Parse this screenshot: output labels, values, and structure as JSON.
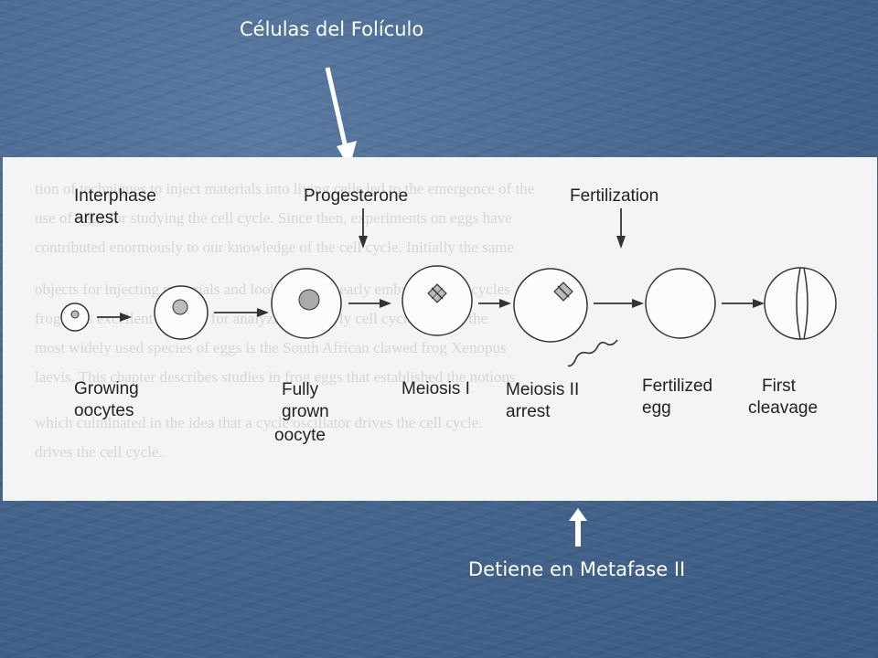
{
  "slide": {
    "top_caption": "Células del Folículo",
    "bottom_caption": "Detiene en Metafase II"
  },
  "figure": {
    "stimuli": {
      "interphase": [
        "Interphase",
        "arrest"
      ],
      "progesterone": "Progesterone",
      "fertilization": "Fertilization"
    },
    "stages": [
      {
        "name": "growing-oocytes",
        "label": [
          "Growing",
          "oocytes"
        ]
      },
      {
        "name": "fully-grown-oocyte",
        "label": [
          "Fully",
          "grown",
          "oocyte"
        ]
      },
      {
        "name": "meiosis-i",
        "label": [
          "Meiosis I"
        ]
      },
      {
        "name": "meiosis-ii-arrest",
        "label": [
          "Meiosis II",
          "arrest"
        ]
      },
      {
        "name": "fertilized-egg",
        "label": [
          "Fertilized",
          "egg"
        ]
      },
      {
        "name": "first-cleavage",
        "label": [
          "First",
          "cleavage"
        ]
      }
    ],
    "bleedthrough_text": [
      "tion of techniques to inject materials into living cells led to the emergence of the",
      "use of eggs for studying the cell cycle. Since then, experiments on eggs have",
      "contributed enormously to our knowledge of the cell cycle. Initially the same",
      "objects for injecting materials and looking at the early embryonic cell cycles",
      "frog eggs excellent subjects for analyzing the early cell cycle. One of the",
      "most widely used species of eggs is the South African clawed frog Xenopus",
      "laevis. This chapter describes studies in frog eggs that established the notions",
      "which culminated in the idea that a cycle oscillator drives the cell cycle.",
      "drives the cell cycle."
    ]
  }
}
